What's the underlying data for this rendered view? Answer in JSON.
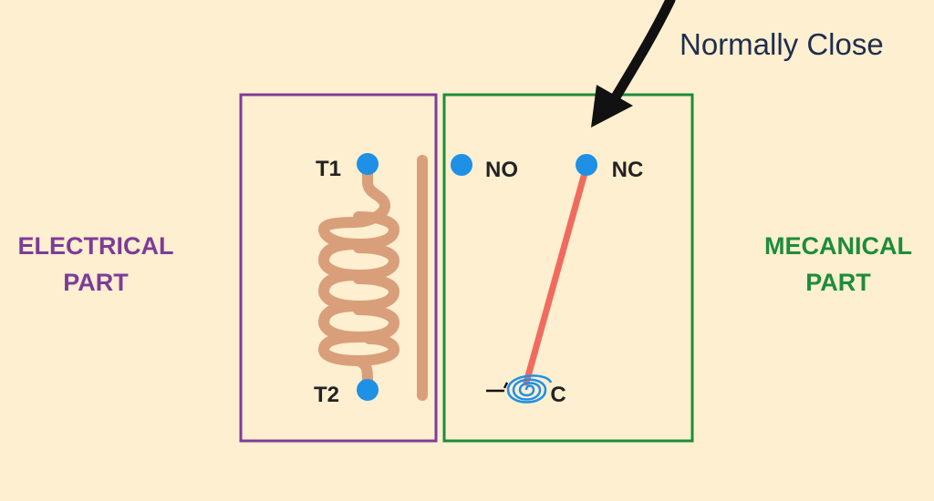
{
  "colors": {
    "background": "#fdefcf",
    "electrical": "#7d3c98",
    "mechanical": "#1e8c3a",
    "terminal": "#1e90e6",
    "coil": "#d99f7a",
    "core": "#d99f7a",
    "switch_arm": "#f06b5e",
    "label_text": "#222222",
    "annotation_text": "#1f2d4d",
    "arrow": "#111111"
  },
  "side_labels": {
    "electrical": "ELECTRICAL\nPART",
    "mechanical": "MECANICAL\nPART"
  },
  "terminals": {
    "t1": "T1",
    "t2": "T2",
    "no": "NO",
    "nc": "NC",
    "c": "C"
  },
  "annotation": {
    "text": "Normally Close"
  },
  "icons": {
    "coil": "coil-icon",
    "spring": "spiral-spring-icon",
    "arrow": "pointer-arrow-icon"
  }
}
